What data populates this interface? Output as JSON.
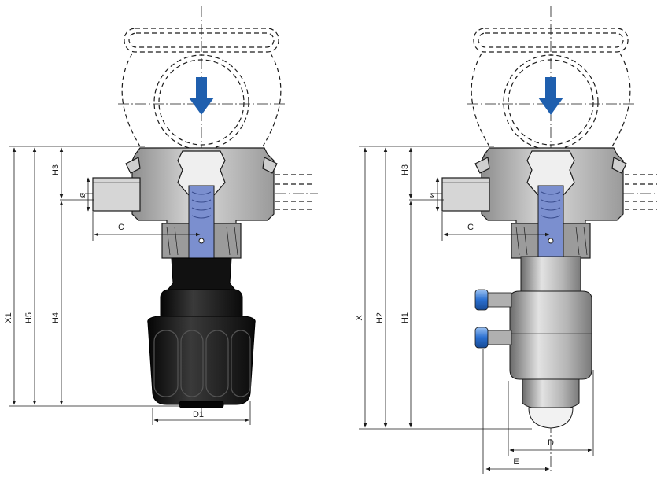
{
  "colors": {
    "housing": "#a9a9a9",
    "housing_light": "#cfcfcf",
    "housing_dark": "#6e6e6e",
    "stem_blue": "#7b8fcf",
    "arrow_blue": "#1f5fae",
    "handle_black": "#121212",
    "line": "#1a1a1a",
    "fitting_blue": "#2a6fd0"
  },
  "left_view": {
    "variant": "manual handwheel",
    "labels": {
      "x1": "X1",
      "h5": "H5",
      "h4": "H4",
      "h3": "H3",
      "dia": "ø",
      "c": "C",
      "d1": "D1"
    }
  },
  "right_view": {
    "variant": "pneumatic actuator",
    "labels": {
      "x": "X",
      "h2": "H2",
      "h1": "H1",
      "h3": "H3",
      "dia": "ø",
      "c": "C",
      "d": "D",
      "e": "E"
    }
  }
}
